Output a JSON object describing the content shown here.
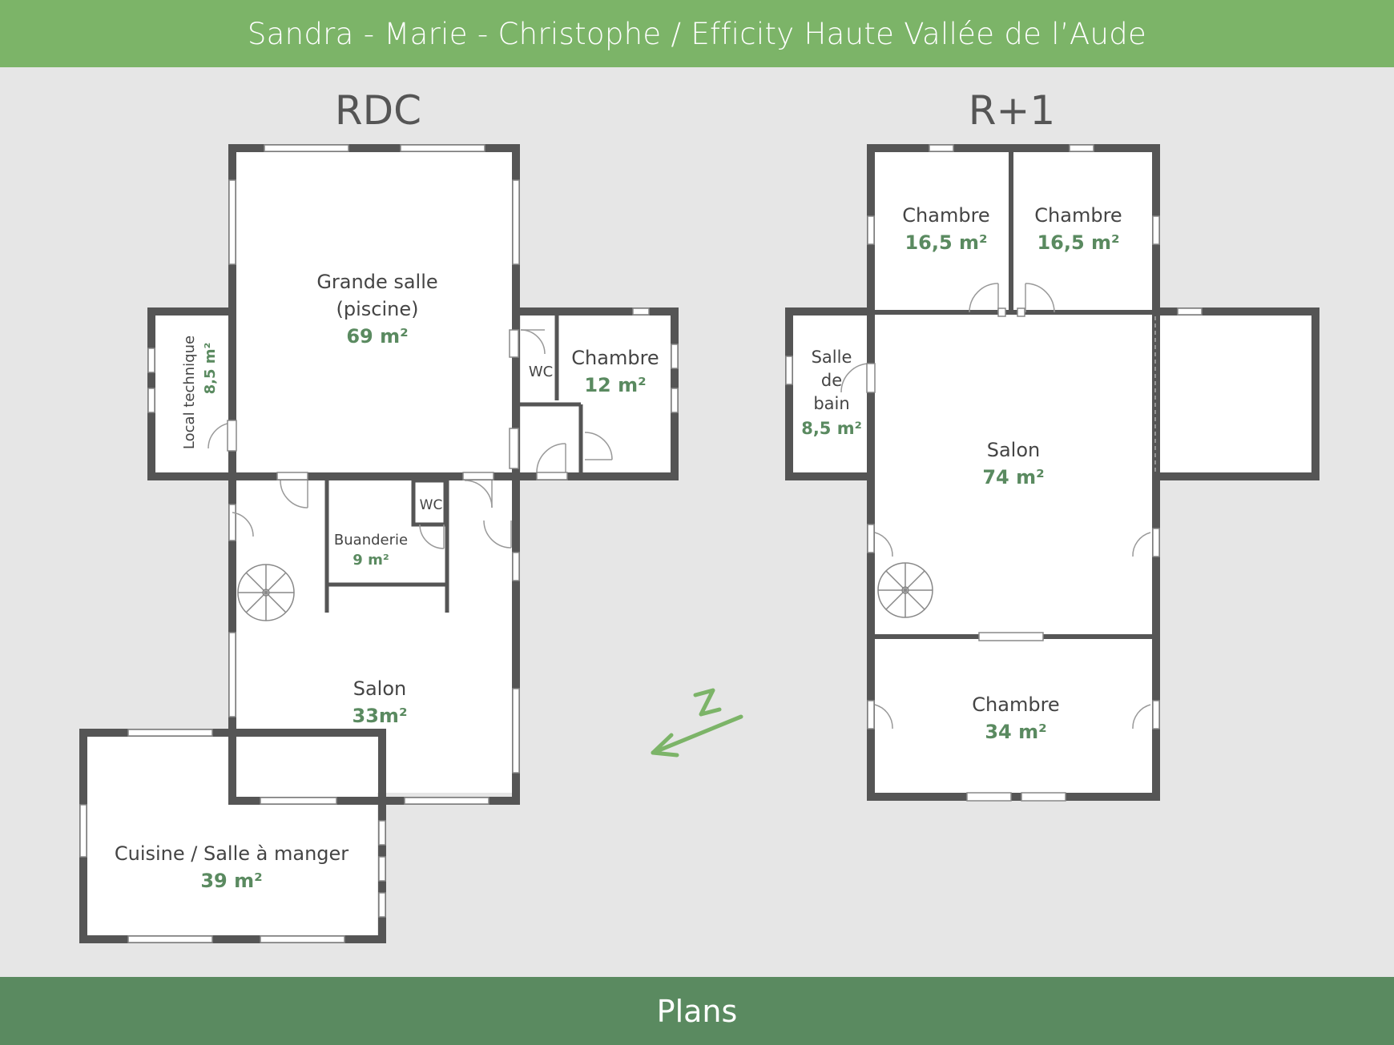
{
  "header": {
    "title": "Sandra - Marie - Christophe  /  Efficity Haute Vallée de l’Aude"
  },
  "footer": {
    "label": "Plans"
  },
  "colors": {
    "header_bg": "#7cb468",
    "footer_bg": "#5a8a60",
    "wall": "#555555",
    "area_text": "#5a8a60",
    "background": "#e6e6e6"
  },
  "rdc": {
    "title": "RDC",
    "rooms": {
      "grande_salle": {
        "name_line1": "Grande salle",
        "name_line2": "(piscine)",
        "area": "69 m²"
      },
      "local_technique": {
        "name": "Local technique",
        "area": "8,5 m²"
      },
      "wc_1": {
        "name": "WC"
      },
      "chambre": {
        "name": "Chambre",
        "area": "12 m²"
      },
      "wc_2": {
        "name": "WC"
      },
      "buanderie": {
        "name": "Buanderie",
        "area": "9 m²"
      },
      "salon": {
        "name": "Salon",
        "area": "33m²"
      },
      "cuisine": {
        "name": "Cuisine / Salle à manger",
        "area": "39 m²"
      }
    }
  },
  "r1": {
    "title": "R+1",
    "rooms": {
      "chambre_a": {
        "name": "Chambre",
        "area": "16,5 m²"
      },
      "chambre_b": {
        "name": "Chambre",
        "area": "16,5 m²"
      },
      "salle_de_bain": {
        "name_line1": "Salle",
        "name_line2": "de",
        "name_line3": "bain",
        "area": "8,5 m²"
      },
      "salon": {
        "name": "Salon",
        "area": "74 m²"
      },
      "chambre_c": {
        "name": "Chambre",
        "area": "34 m²"
      }
    }
  },
  "compass": {
    "label": "N",
    "icon": "north-arrow-icon"
  }
}
